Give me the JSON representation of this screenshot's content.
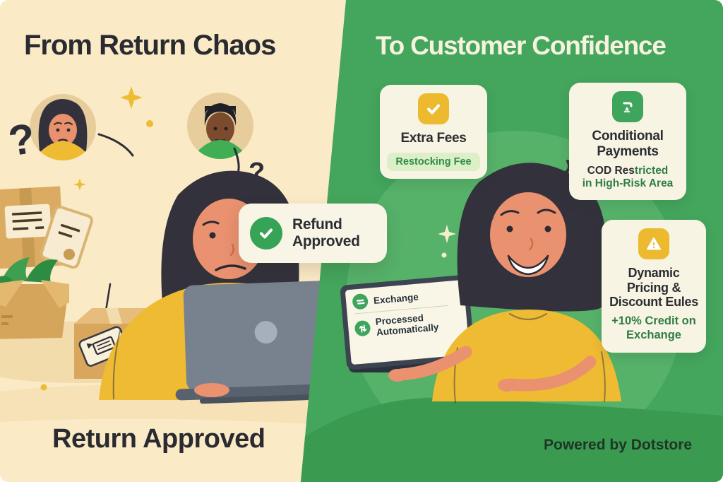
{
  "left": {
    "title": "From Return Chaos",
    "footer": "Return Approved",
    "question_mark_large": "?",
    "question_mark_small": "?",
    "icons": [
      "worried-customer-avatar",
      "confused-customer-avatar",
      "curved-arrow",
      "shipping-box",
      "open-box-with-tissue",
      "package-with-label",
      "receipt-with-seal",
      "sparkle",
      "laptop-back"
    ]
  },
  "refund_card": {
    "icon": "check-circle-icon",
    "label": "Refund Approved"
  },
  "right": {
    "title": "To Customer Confidence",
    "footer": "Powered by Dotstore",
    "cards": [
      {
        "icon": "check-square-icon",
        "title": "Extra Fees",
        "badge": "Restocking Fee"
      },
      {
        "icon": "payment-rule-icon",
        "title": "Conditional Payments",
        "subtitle_dark": "COD Res",
        "subtitle_green": "tricted",
        "subtitle_line2": "in High-Risk Area"
      },
      {
        "icon": "warning-triangle-icon",
        "title": "Dynamic Pricing & Discount Eules",
        "subtitle": "+10% Credit on Exchange"
      }
    ],
    "laptop_screen": {
      "item1_icon": "exchange-icon",
      "item1": "Exchange",
      "item2_icon": "auto-process-icon",
      "item2": "Processed Automatically"
    }
  },
  "colors": {
    "cream_bg": "#fbeac6",
    "green_bg": "#44a55c",
    "green_circle": "#56b169",
    "green_wave": "#3a9b50",
    "card_bg": "#f8f4e3",
    "accent_yellow": "#edb92f",
    "accent_green": "#3fa45c",
    "pill_bg": "#dcefc6",
    "pill_text": "#2f8c47",
    "dark_text": "#2a2b31",
    "cream_text": "#f7f2de"
  }
}
